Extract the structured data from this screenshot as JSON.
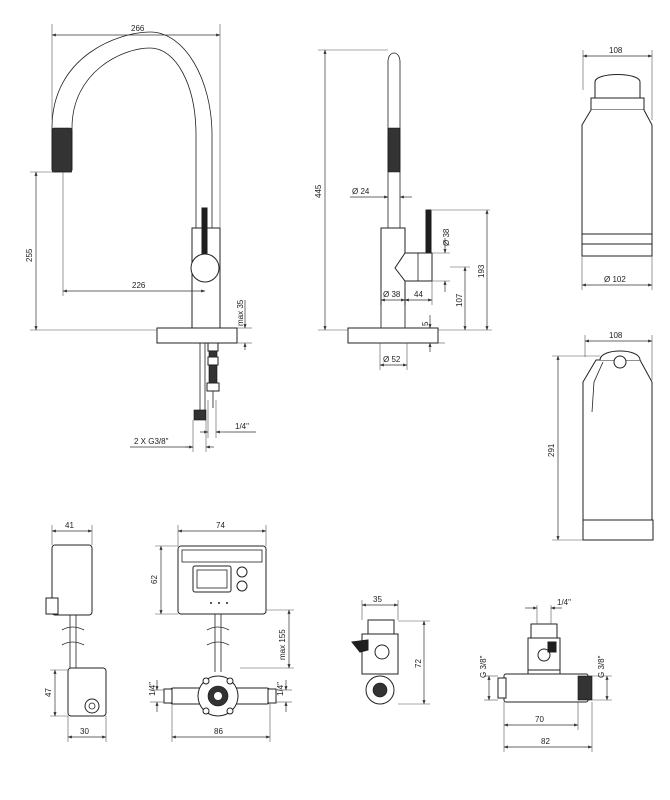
{
  "drawing": {
    "views": {
      "tap_side": {
        "dims": {
          "reach_266": "266",
          "height_255": "255",
          "spout_226": "226",
          "deck_max35": "max 35",
          "thread_quarter": "1/4\"",
          "thread_g38": "2 X G3/8\""
        }
      },
      "tap_front": {
        "dims": {
          "height_445": "445",
          "dia_24": "Ø 24",
          "dia_38_handle": "Ø 38",
          "dia_38_base": "Ø 38",
          "dim_44": "44",
          "dim_193": "193",
          "dim_107": "107",
          "dim_5": "5",
          "dia_52": "Ø 52"
        }
      },
      "filter_top": {
        "dims": {
          "width_108": "108",
          "dia_102": "Ø 102"
        }
      },
      "filter_bottom": {
        "dims": {
          "width_108": "108",
          "height_291": "291"
        }
      },
      "display_side": {
        "dims": {
          "width_41": "41",
          "height_47": "47",
          "width_30": "30"
        }
      },
      "display_front": {
        "dims": {
          "width_74": "74",
          "height_62": "62",
          "max_155": "max 155",
          "quarter_left": "1/4\"",
          "quarter_right": "1/4\"",
          "width_86": "86"
        }
      },
      "valve": {
        "dims": {
          "width_35": "35",
          "height_72": "72"
        }
      },
      "tee": {
        "dims": {
          "quarter_top": "1/4\"",
          "g38_left": "G 3/8\"",
          "g38_right": "G 3/8\"",
          "width_70": "70",
          "width_82": "82"
        }
      }
    }
  }
}
